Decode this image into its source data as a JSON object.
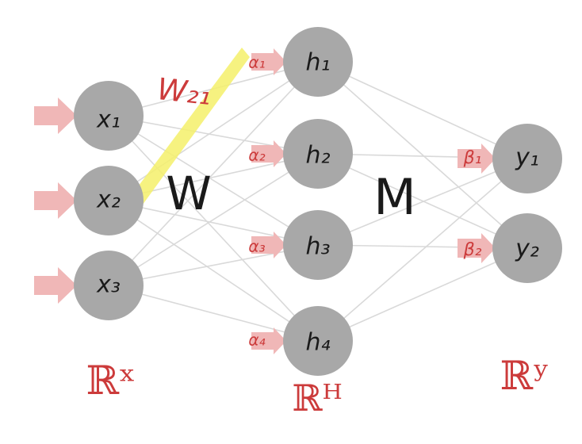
{
  "colors": {
    "node": "#a8a8a8",
    "edge": "#d9d9d9",
    "arrow": "#f0b7b7",
    "accent": "#cc3b3b",
    "highlight": "#f5f06a",
    "ink": "#1a1a1a"
  },
  "inputs": [
    {
      "id": "x1",
      "label": "x₁"
    },
    {
      "id": "x2",
      "label": "x₂"
    },
    {
      "id": "x3",
      "label": "x₃"
    }
  ],
  "hidden": [
    {
      "id": "h1",
      "label": "h₁",
      "bias": "α₁"
    },
    {
      "id": "h2",
      "label": "h₂",
      "bias": "α₂"
    },
    {
      "id": "h3",
      "label": "h₃",
      "bias": "α₃"
    },
    {
      "id": "h4",
      "label": "h₄",
      "bias": "α₄"
    }
  ],
  "outputs": [
    {
      "id": "y1",
      "label": "y₁",
      "bias": "β₁"
    },
    {
      "id": "y2",
      "label": "y₂",
      "bias": "β₂"
    }
  ],
  "highlighted_edge": {
    "from": "x2",
    "to": "h1",
    "label": "W₂₁"
  },
  "matrix_labels": {
    "input_to_hidden": "W",
    "hidden_to_output": "M"
  },
  "space_labels": {
    "input": "ℝˣ",
    "hidden": "ℝᴴ",
    "output": "ℝʸ"
  }
}
